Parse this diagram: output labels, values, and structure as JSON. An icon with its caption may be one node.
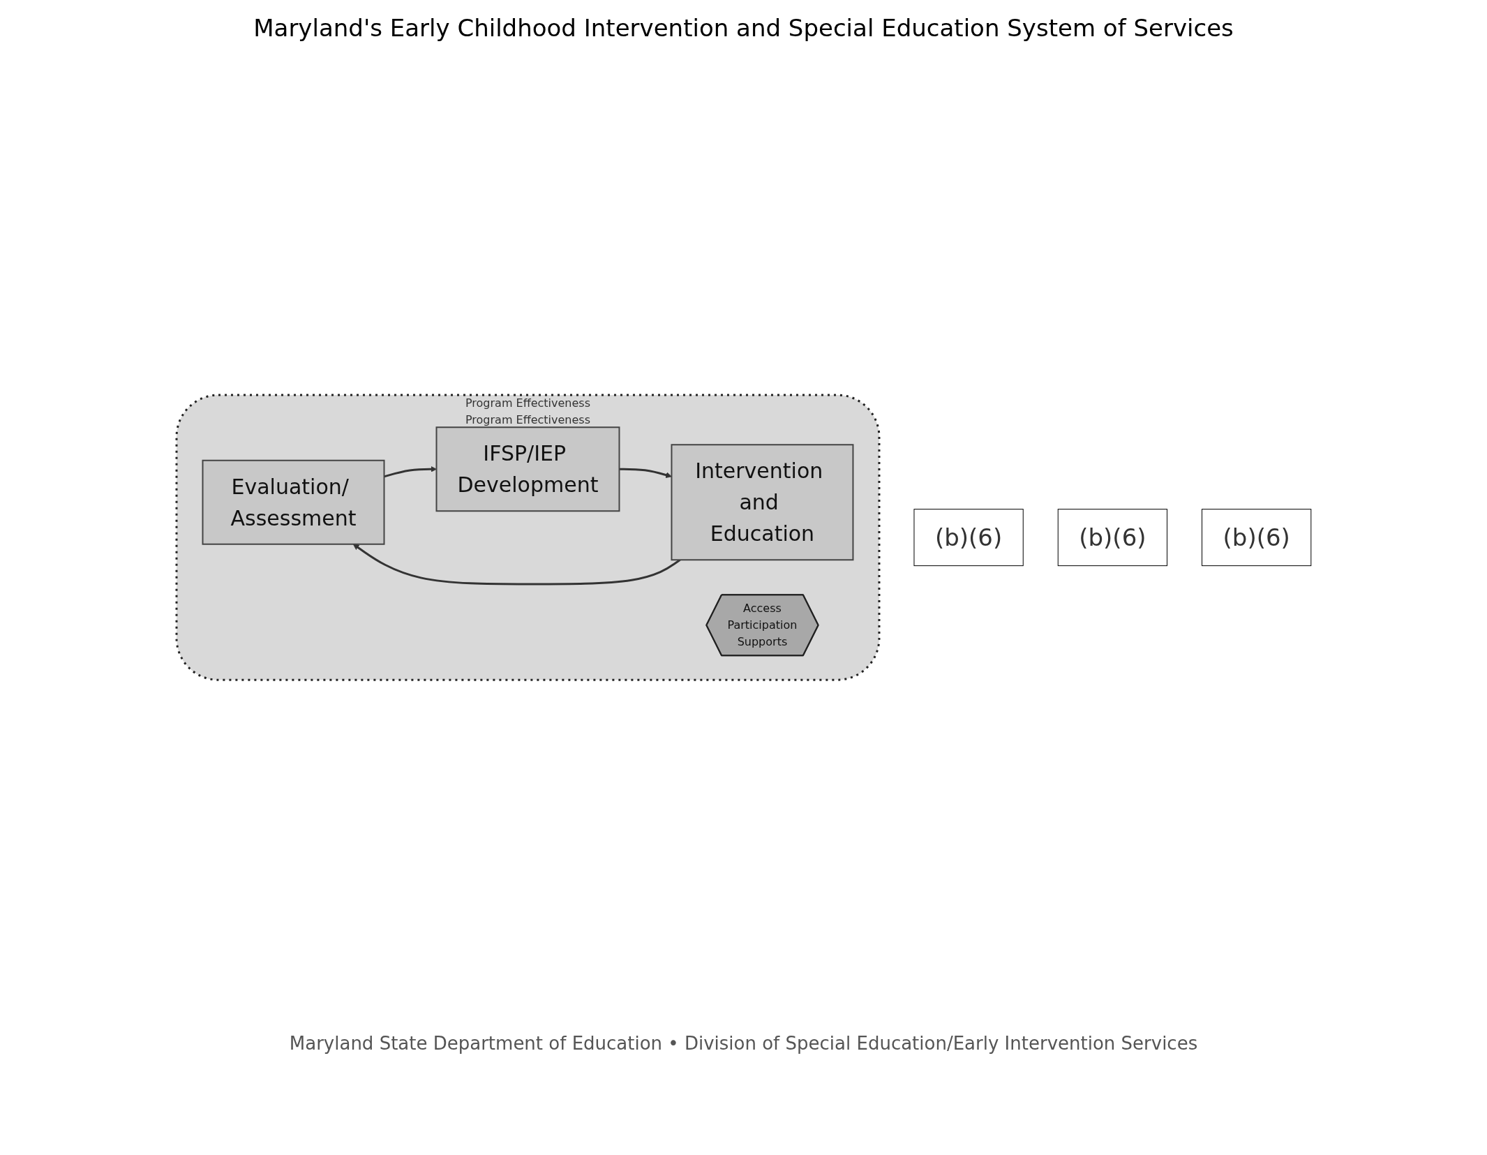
{
  "diagram": {
    "title": "Maryland's Early Childhood Intervention and Special Education System of Services",
    "caption": "Maryland State Department of Education • Division of Special Education/Early Intervention Services",
    "nodes": [
      {
        "text": [
          "Program Effectiveness",
          "Program Effectiveness"
        ]
      },
      {
        "text": [
          "Evaluation/ Assessment"
        ],
        "in": 0
      },
      {
        "text": [
          "IFSP/IEP Development"
        ],
        "in": 0
      },
      {
        "text": [
          "Intervention and Education"
        ],
        "in": 0
      },
      {
        "text": [
          "Access",
          "Participation",
          "Supports"
        ],
        "in": 0
      },
      {
        "text": [
          "(b)(6)"
        ]
      },
      {
        "text": [
          "(b)(6)"
        ]
      },
      {
        "text": [
          "(b)(6)"
        ]
      }
    ],
    "edges": [
      {
        "from": 1,
        "to": 2,
        "arrow": "to"
      },
      {
        "from": 2,
        "to": 3,
        "arrow": "to"
      },
      {
        "from": 3,
        "to": 1,
        "arrow": "to"
      }
    ]
  }
}
